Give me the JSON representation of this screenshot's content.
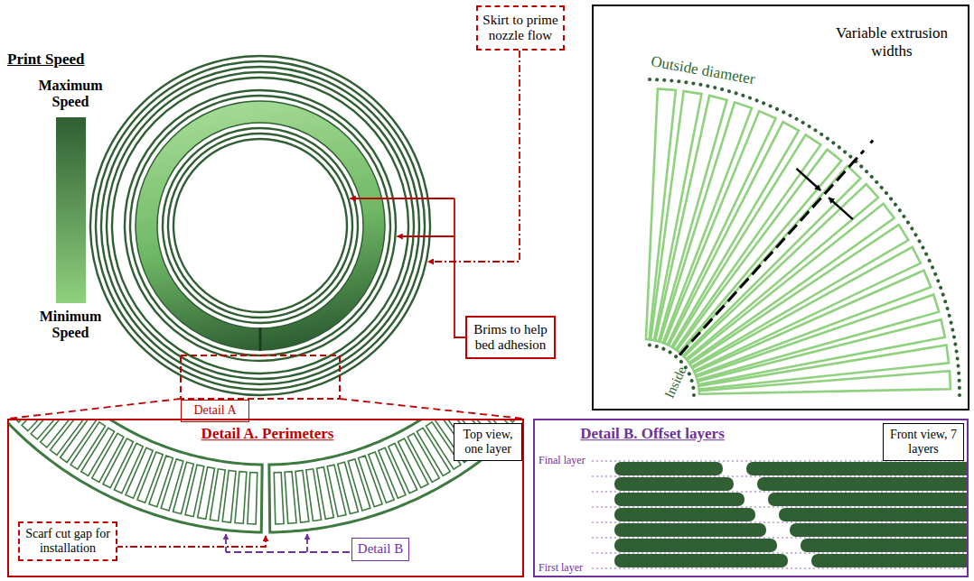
{
  "diagram": {
    "nodes": [
      {
        "text": [
          "Skirt to prime nozzle flow"
        ]
      },
      {
        "text": [
          "Outside diameter",
          "Variable extrusion widths",
          "Inside"
        ]
      },
      {
        "text": [
          "Brims to help bed adhesion"
        ]
      },
      {
        "text": [
          "Detail A"
        ]
      },
      {
        "text": [
          "Detail A. Perimeters"
        ]
      },
      {
        "text": [
          "Top view, one layer"
        ],
        "in": 4
      },
      {
        "text": [
          "Scarf cut gap for installation"
        ],
        "in": 4
      },
      {
        "text": [
          "Detail B"
        ],
        "in": 4
      },
      {
        "text": [
          "Detail B. Offset layers"
        ]
      },
      {
        "text": [
          "Front view, 7 layers"
        ],
        "in": 8
      }
    ],
    "labels": [
      "Print Speed",
      "Maximum Speed",
      "Minimum Speed",
      "Final layer",
      "First layer"
    ]
  }
}
